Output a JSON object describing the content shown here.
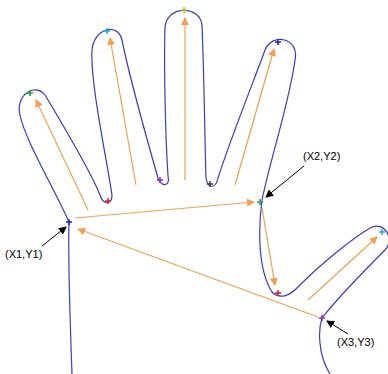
{
  "diagram": {
    "labels": [
      "(X2,Y2)",
      "(X1,Y1)",
      "(X3,Y3)"
    ]
  }
}
